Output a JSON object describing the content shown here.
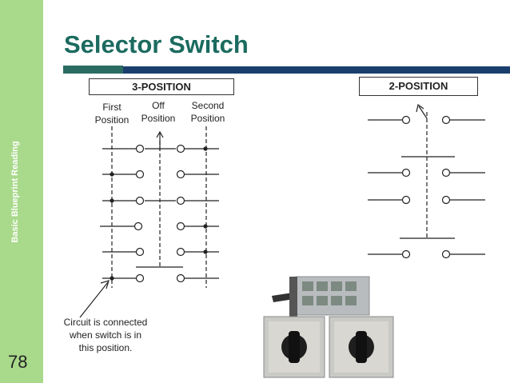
{
  "sidebar": {
    "label": "Basic Blueprint Reading",
    "color": "#a9d98b"
  },
  "page_number": "78",
  "title": "Selector Switch",
  "three_position": {
    "header": "3-POSITION",
    "positions": {
      "first": "First Position",
      "off": "Off Position",
      "second": "Second Position"
    }
  },
  "two_position": {
    "header": "2-POSITION"
  },
  "callout": "Circuit is connected when switch is in this position.",
  "colors": {
    "title": "#1b6b5f",
    "rule": "#1b3f6c"
  }
}
